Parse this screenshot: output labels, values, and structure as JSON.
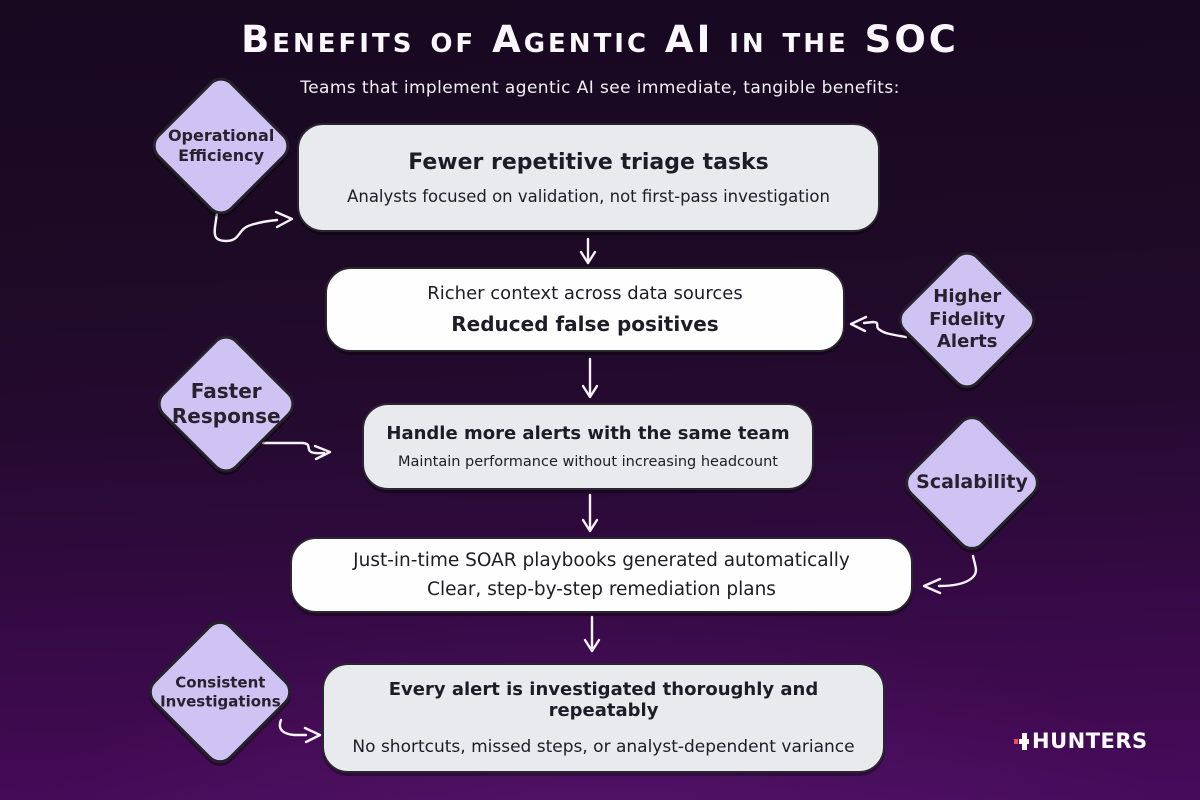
{
  "header": {
    "title": "Benefits of Agentic AI in the SOC",
    "subtitle": "Teams that implement agentic AI see immediate, tangible benefits:"
  },
  "diamonds": [
    {
      "label": "Operational\nEfficiency"
    },
    {
      "label": "Higher\nFidelity\nAlerts"
    },
    {
      "label": "Faster\nResponse"
    },
    {
      "label": "Scalability"
    },
    {
      "label": "Consistent\nInvestigations"
    }
  ],
  "boxes": [
    {
      "title": "Fewer repetitive triage tasks",
      "subtitle": "Analysts focused on validation, not first-pass investigation"
    },
    {
      "title": "Richer context across data sources",
      "subtitle": "Reduced false positives"
    },
    {
      "title": "Handle more alerts with the same team",
      "subtitle": "Maintain performance without increasing headcount"
    },
    {
      "title": "Just-in-time SOAR playbooks generated automatically",
      "subtitle": "Clear, step-by-step remediation plans"
    },
    {
      "title": "Every alert is investigated thoroughly and repeatably",
      "subtitle": "No shortcuts, missed steps, or analyst-dependent variance"
    }
  ],
  "footer": {
    "brand": "HUNTERS"
  },
  "colors": {
    "background_top": "#180820",
    "background_bottom": "#470b5c",
    "diamond_fill": "#cfc3f4",
    "box_gray": "#e8eaee",
    "box_white": "#fefeff",
    "outline": "#2a2630",
    "arrow": "#f6f3f8",
    "brand_accent": "#ef4b5e"
  }
}
